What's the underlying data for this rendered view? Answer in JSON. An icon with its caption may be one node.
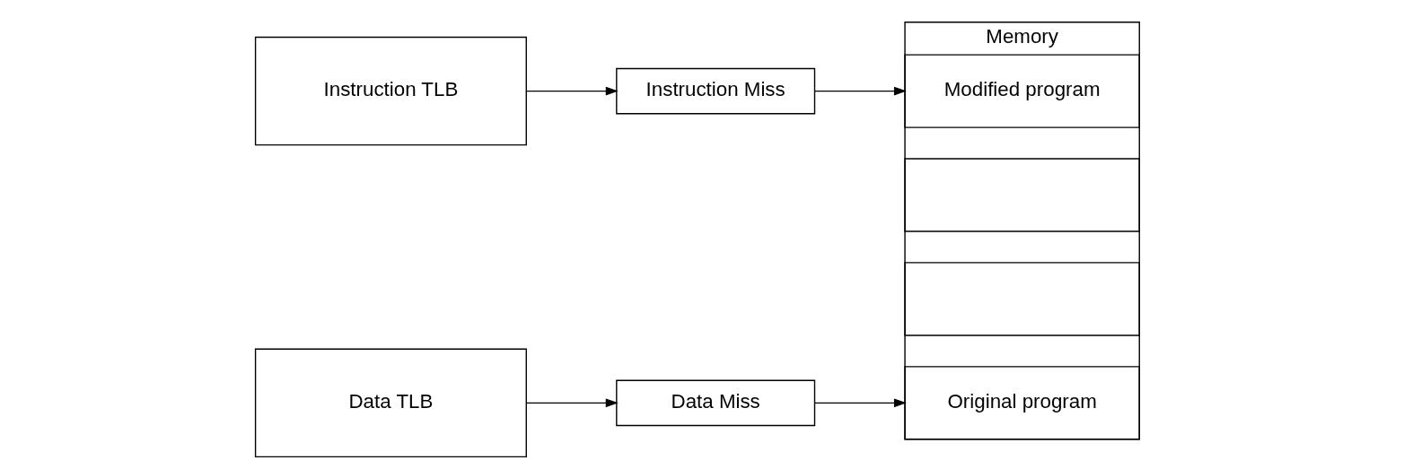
{
  "diagram": {
    "nodes": [
      {
        "text": [
          "Instruction TLB"
        ]
      },
      {
        "text": [
          "Data TLB"
        ]
      },
      {
        "text": [
          "Instruction Miss"
        ]
      },
      {
        "text": [
          "Data Miss"
        ]
      },
      {
        "text": [
          "Memory"
        ]
      },
      {
        "text": [],
        "shape": "box",
        "in": 4
      },
      {
        "text": [
          "Modified program"
        ],
        "in": 4
      },
      {
        "text": [
          "Original program"
        ],
        "in": 4
      },
      {
        "text": [],
        "shape": "box",
        "in": 4
      }
    ],
    "edges": [
      {
        "from": 0,
        "to": 2,
        "arrow": "to"
      },
      {
        "from": 1,
        "to": 3,
        "arrow": "to"
      },
      {
        "from": 2,
        "to": 6,
        "arrow": "to"
      },
      {
        "from": 3,
        "to": 7,
        "arrow": "to"
      }
    ]
  }
}
